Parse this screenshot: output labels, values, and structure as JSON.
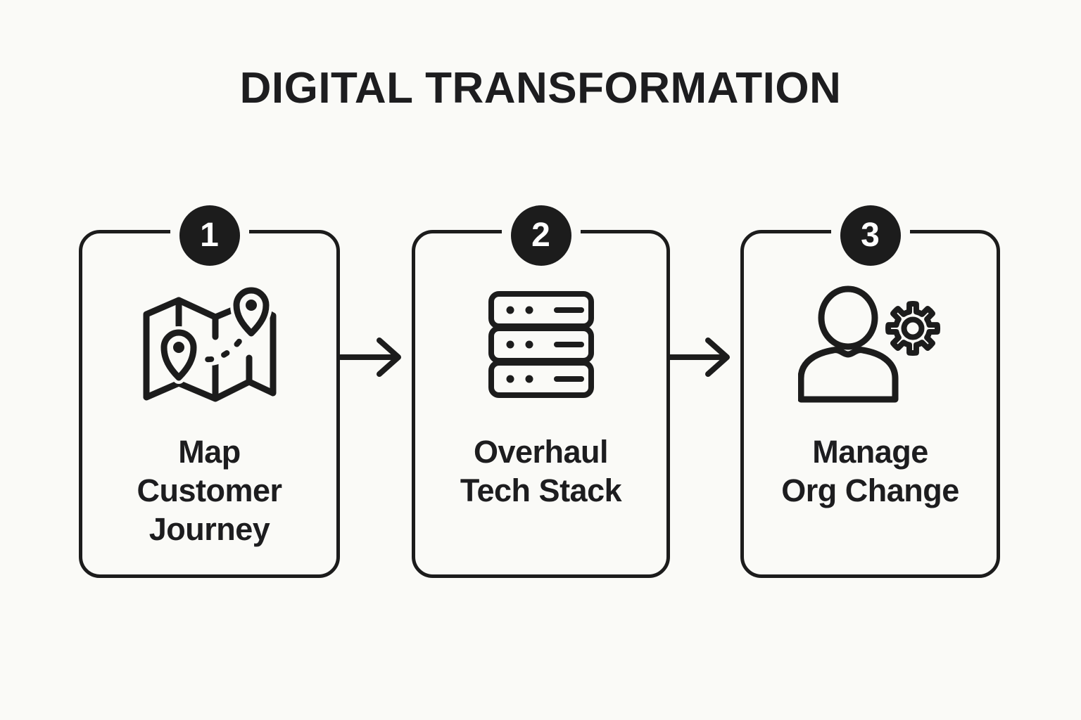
{
  "title": "DIGITAL TRANSFORMATION",
  "colors": {
    "paper": "#fafaf7",
    "ink": "#1c1c1c",
    "badge_text": "#ffffff"
  },
  "steps": [
    {
      "number": "1",
      "label": "Map\nCustomer\nJourney",
      "icon": "map-journey-icon"
    },
    {
      "number": "2",
      "label": "Overhaul\nTech Stack",
      "icon": "server-stack-icon"
    },
    {
      "number": "3",
      "label": "Manage\nOrg Change",
      "icon": "person-gear-icon"
    }
  ],
  "connectors": [
    {
      "type": "arrow-right"
    },
    {
      "type": "arrow-right"
    }
  ]
}
